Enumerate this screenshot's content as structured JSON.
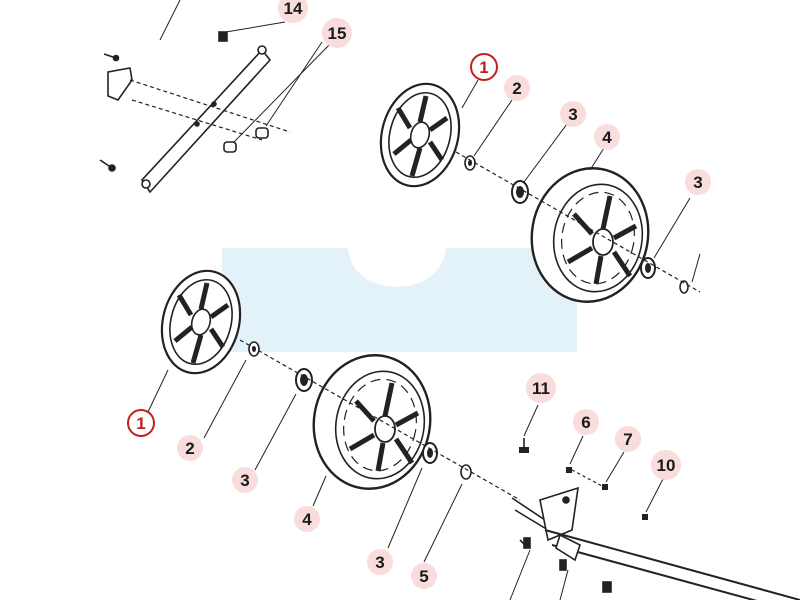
{
  "diagram": {
    "watermark_color": "#e3f1f9",
    "callout_bg": "#f9dcdc",
    "highlight_color": "#c0201a",
    "callouts": [
      {
        "id": "c14",
        "label": "14",
        "highlight": false
      },
      {
        "id": "c15",
        "label": "15",
        "highlight": false
      },
      {
        "id": "c1a",
        "label": "1",
        "highlight": true
      },
      {
        "id": "c2a",
        "label": "2",
        "highlight": false
      },
      {
        "id": "c3a",
        "label": "3",
        "highlight": false
      },
      {
        "id": "c4a",
        "label": "4",
        "highlight": false
      },
      {
        "id": "c3edge",
        "label": "3",
        "highlight": false
      },
      {
        "id": "c1b",
        "label": "1",
        "highlight": true
      },
      {
        "id": "c2b",
        "label": "2",
        "highlight": false
      },
      {
        "id": "c3b",
        "label": "3",
        "highlight": false
      },
      {
        "id": "c4b",
        "label": "4",
        "highlight": false
      },
      {
        "id": "c3c",
        "label": "3",
        "highlight": false
      },
      {
        "id": "c5",
        "label": "5",
        "highlight": false
      },
      {
        "id": "c11",
        "label": "11",
        "highlight": false
      },
      {
        "id": "c6",
        "label": "6",
        "highlight": false
      },
      {
        "id": "c7",
        "label": "7",
        "highlight": false
      },
      {
        "id": "c10",
        "label": "10",
        "highlight": false
      }
    ]
  }
}
